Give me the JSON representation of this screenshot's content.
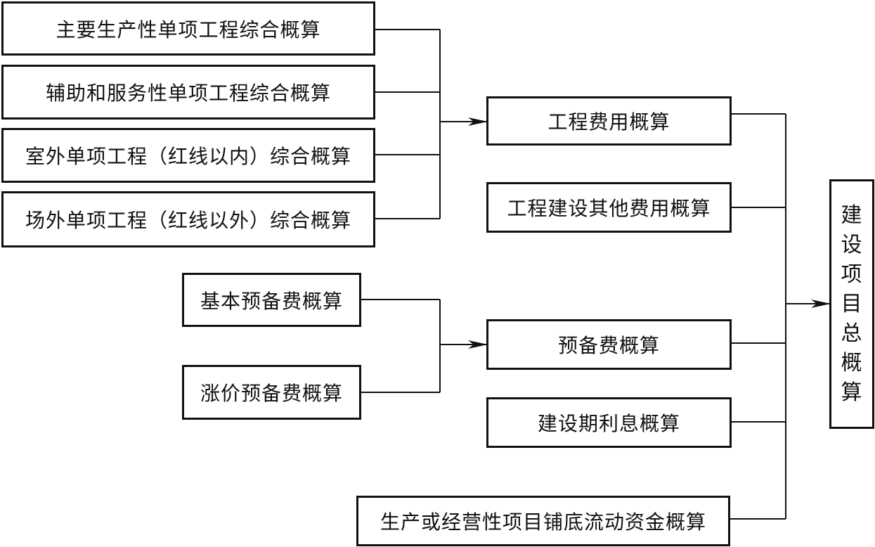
{
  "engineering_sources": [
    "主要生产性单项工程综合概算",
    "辅助和服务性单项工程综合概算",
    "室外单项工程（红线以内）综合概算",
    "场外单项工程（红线以外）综合概算"
  ],
  "reserve_sources": [
    "基本预备费概算",
    "涨价预备费概算"
  ],
  "middle": {
    "engineering_cost": "工程费用概算",
    "other_cost": "工程建设其他费用概算",
    "reserve_cost": "预备费概算",
    "interest": "建设期利息概算"
  },
  "working_capital": "生产或经营性项目铺底流动资金概算",
  "total": {
    "chars": [
      "建",
      "设",
      "项",
      "目",
      "总",
      "概",
      "算"
    ]
  }
}
